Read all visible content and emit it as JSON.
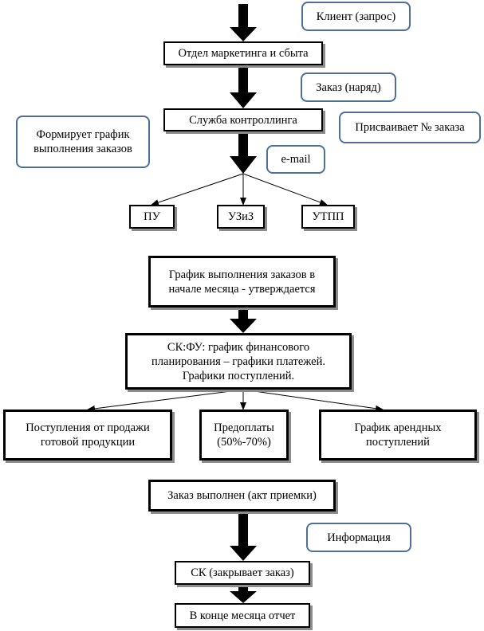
{
  "nodes": {
    "marketing": "Отдел маркетинга и сбыта",
    "controlling": "Служба контроллинга",
    "pu": "ПУ",
    "uziz": "УЗиЗ",
    "utpp": "УТПП",
    "schedule": "График выполнения заказов в начале месяца - утверждается",
    "sk_fu": "СК:ФУ: график финансового планирования – графики платежей. Графики поступлений.",
    "sales_income": "Поступления от продажи готовой продукции",
    "prepayment": "Предоплаты (50%-70%)",
    "rent_schedule": "График арендных поступлений",
    "order_done": "Заказ выполнен (акт приемки)",
    "sk_close": "СК (закрывает заказ)",
    "month_report": "В конце месяца отчет"
  },
  "notes": {
    "client_request": "Клиент (запрос)",
    "order": "Заказ (наряд)",
    "forms_schedule": "Формирует график выполнения заказов",
    "assigns_number": "Присваивает № заказа",
    "email": "e-mail",
    "information": "Информация"
  },
  "colors": {
    "note_border": "#4d6f9a",
    "box_border": "#000000",
    "box_shadow": "#8c8c8c"
  }
}
